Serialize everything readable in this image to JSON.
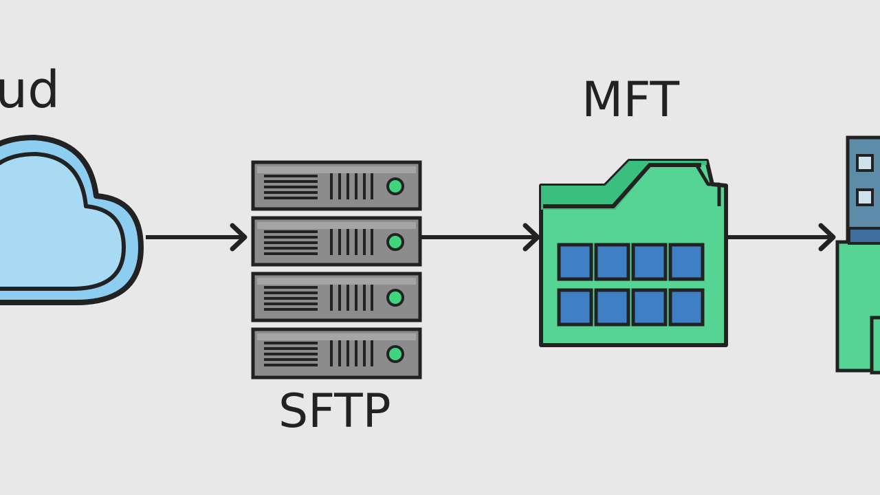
{
  "diagram": {
    "nodes": [
      {
        "id": "cloud",
        "label": "oud",
        "icon": "cloud-icon"
      },
      {
        "id": "sftp",
        "label": "SFTP",
        "icon": "server-rack-icon"
      },
      {
        "id": "mft",
        "label": "MFT",
        "icon": "folder-grid-icon"
      },
      {
        "id": "building",
        "label": "",
        "icon": "building-icon"
      }
    ],
    "edges": [
      {
        "from": "cloud",
        "to": "sftp"
      },
      {
        "from": "sftp",
        "to": "mft"
      },
      {
        "from": "mft",
        "to": "building"
      }
    ],
    "colors": {
      "background": "#e8e8e8",
      "outline": "#222222",
      "cloud_fill": "#8ccdf0",
      "cloud_inner": "#a9daf4",
      "server_fill": "#8c8c8c",
      "server_light": "#3fd47e",
      "folder_fill": "#55d494",
      "tile_fill": "#3f7fc4"
    }
  }
}
